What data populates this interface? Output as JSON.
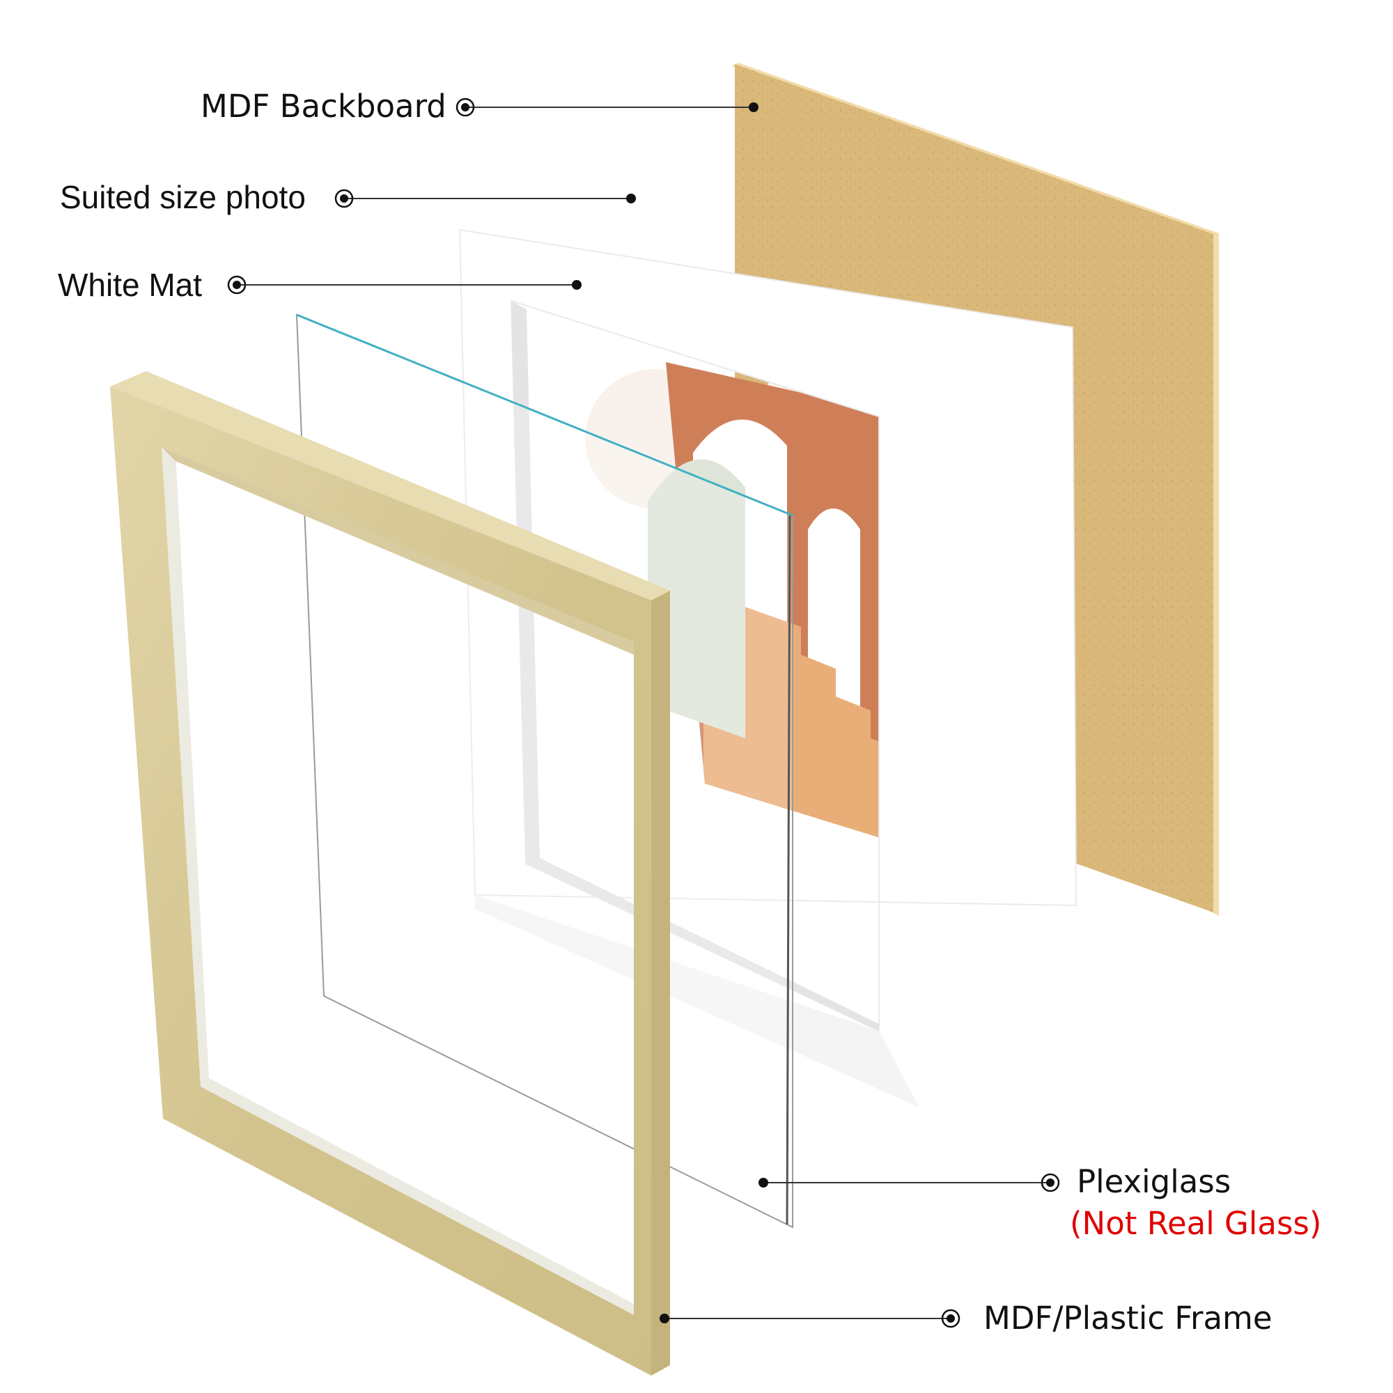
{
  "labels": {
    "backboard": "MDF Backboard",
    "photo": "Suited size photo",
    "mat": "White Mat",
    "plexiglass": "Plexiglass",
    "plexiglass_note": "(Not Real Glass)",
    "frame": "MDF/Plastic Frame"
  },
  "colors": {
    "backboard": "#d9b87a",
    "backboard_edge": "#f3dcaa",
    "mat": "#ffffff",
    "mat_bevel": "#e4e4e4",
    "glass_edge": "#3fb0c3",
    "frame_face": "#d6c898",
    "frame_side": "#c4b37c",
    "frame_inner": "#ecebe2",
    "art_terracotta": "#cf7f58",
    "art_orange": "#e9ae78",
    "art_sage": "#dde4d8",
    "art_sun": "#fbf6e6",
    "art_peach": "#f4e1cc",
    "note_red": "#e00000",
    "leader_line": "#333333"
  }
}
